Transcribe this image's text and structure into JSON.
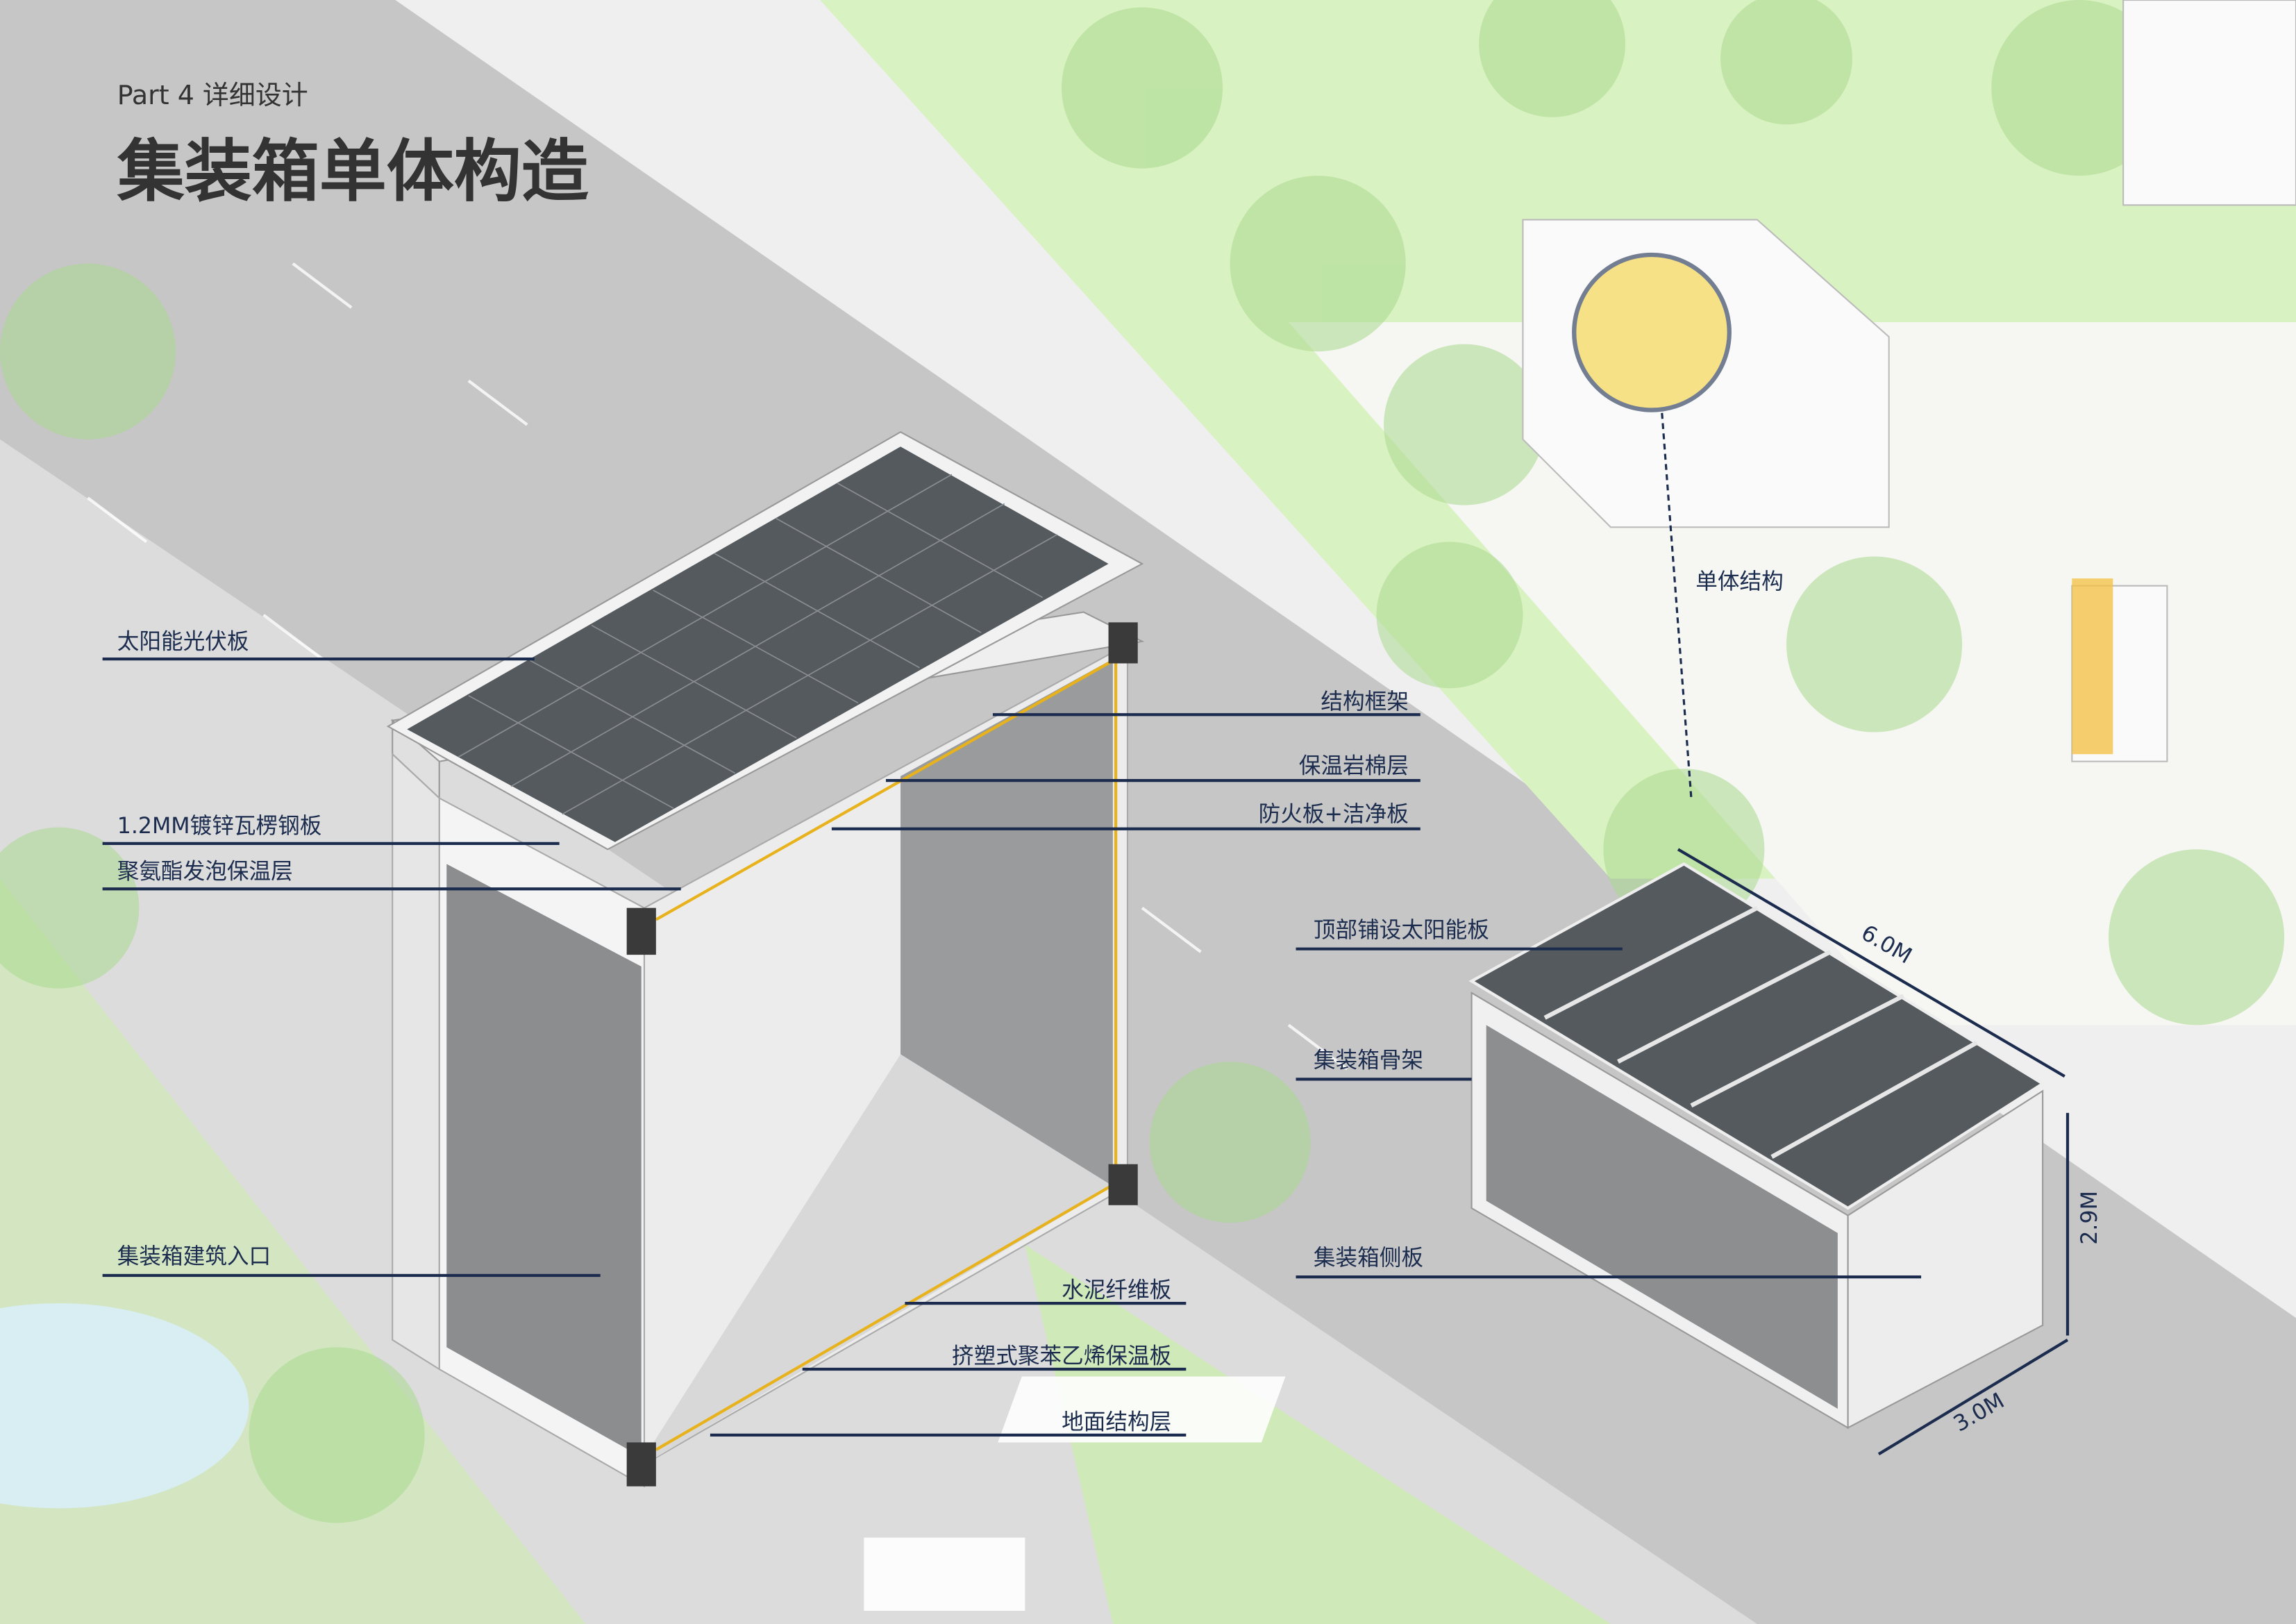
{
  "header": {
    "part": "Part 4 详细设计",
    "title": "集装箱单体构造"
  },
  "exploded_labels": {
    "pv_panel": "太阳能光伏板",
    "steel_sheet": "1.2MM镀锌瓦楞钢板",
    "pu_foam": "聚氨酯发泡保温层",
    "entrance": "集装箱建筑入口",
    "frame": "结构框架",
    "rock_wool": "保温岩棉层",
    "fire_board": "防火板+洁净板",
    "cement_board": "水泥纤维板",
    "xps_board": "挤塑式聚苯乙烯保温板",
    "ground_layer": "地面结构层"
  },
  "unit_labels": {
    "single_structure": "单体结构",
    "roof_solar": "顶部铺设太阳能板",
    "skeleton": "集装箱骨架",
    "side_panel": "集装箱侧板"
  },
  "dimensions": {
    "length": "6.0M",
    "height": "2.9M",
    "width": "3.0M"
  },
  "colors": {
    "label": "#1b2c4e",
    "insulation": "#e8b21c",
    "solar": "#555a5e",
    "green": "#c9eea8",
    "road": "#c4c4c4"
  }
}
